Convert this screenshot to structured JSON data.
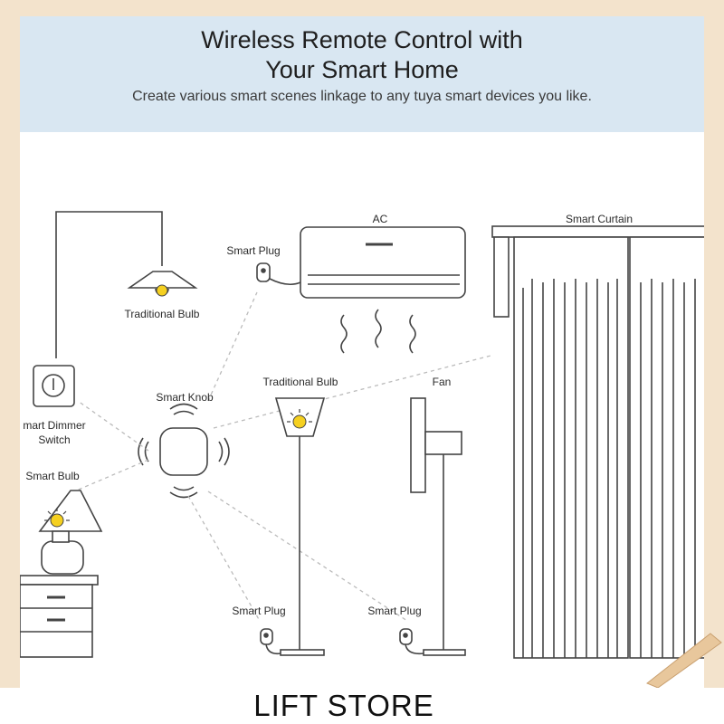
{
  "banner": {
    "title_line1": "Wireless Remote Control with",
    "title_line2": "Your Smart Home",
    "subtitle": "Create various smart scenes linkage to any tuya smart devices you like."
  },
  "labels": {
    "traditional_bulb_ceiling": "Traditional Bulb",
    "smart_plug_ac": "Smart Plug",
    "ac": "AC",
    "smart_curtain": "Smart Curtain",
    "smart_dimmer_switch_line1": "mart Dimmer",
    "smart_dimmer_switch_line2": "Switch",
    "smart_knob": "Smart Knob",
    "traditional_bulb_floor": "Traditional Bulb",
    "fan": "Fan",
    "smart_bulb": "Smart Bulb",
    "smart_plug_lamp": "Smart Plug",
    "smart_plug_fan": "Smart Plug"
  },
  "footer": {
    "store_name": "LIFT STORE"
  },
  "colors": {
    "banner_bg": "#d9e7f2",
    "page_border": "#f3e3cc",
    "line": "#444444",
    "bulb_yellow": "#f5d020"
  }
}
